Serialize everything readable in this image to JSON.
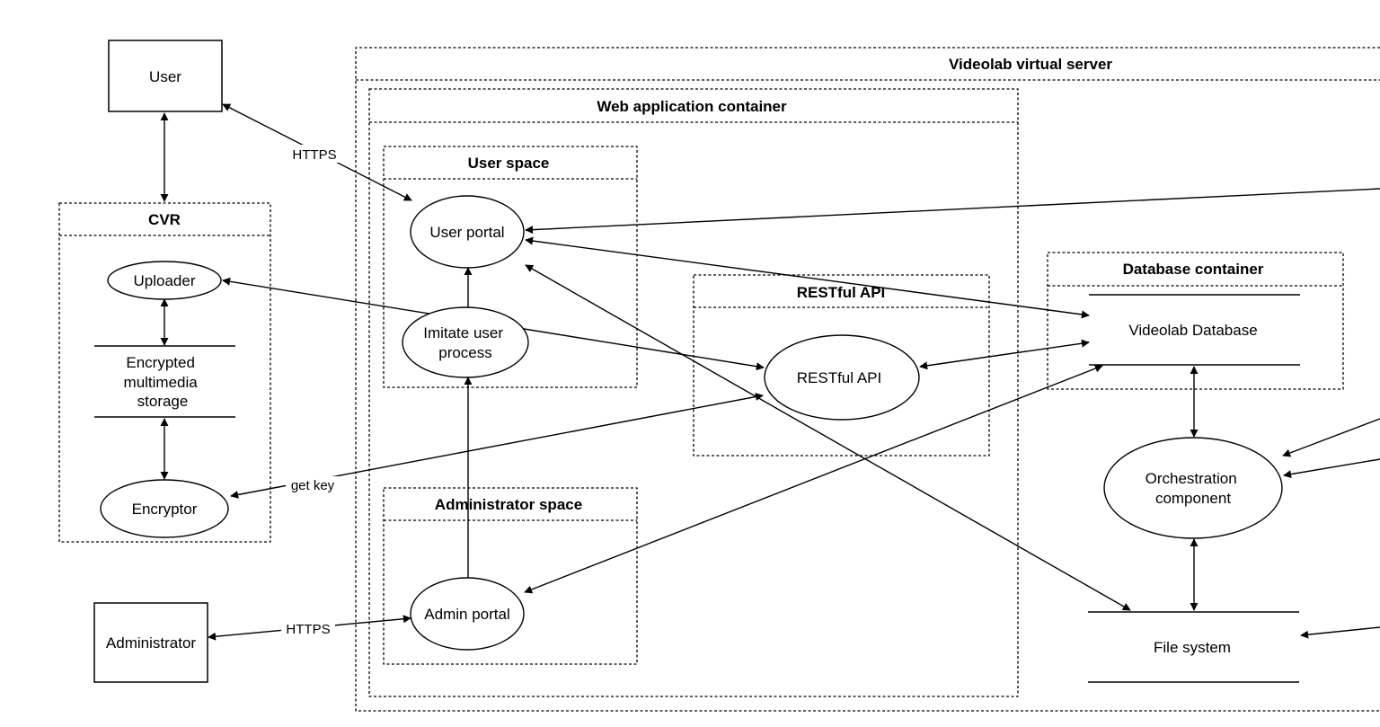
{
  "containers": {
    "virtual_server": "Videolab virtual server",
    "web_app": "Web application container",
    "user_space": "User space",
    "admin_space": "Administrator space",
    "restful_group": "RESTful API",
    "database_container": "Database container",
    "cvr": "CVR"
  },
  "entities": {
    "user": "User",
    "administrator": "Administrator"
  },
  "processes": {
    "uploader": "Uploader",
    "encryptor": "Encryptor",
    "user_portal": "User portal",
    "imitate_line1": "Imitate user",
    "imitate_line2": "process",
    "restful_api": "RESTful API",
    "admin_portal": "Admin portal",
    "orch_line1": "Orchestration",
    "orch_line2": "component"
  },
  "stores": {
    "enc_line1": "Encrypted",
    "enc_line2": "multimedia",
    "enc_line3": "storage",
    "videolab_db": "Videolab Database",
    "file_system": "File system"
  },
  "edge_labels": {
    "https_user": "HTTPS",
    "https_admin": "HTTPS",
    "get_key": "get key"
  }
}
